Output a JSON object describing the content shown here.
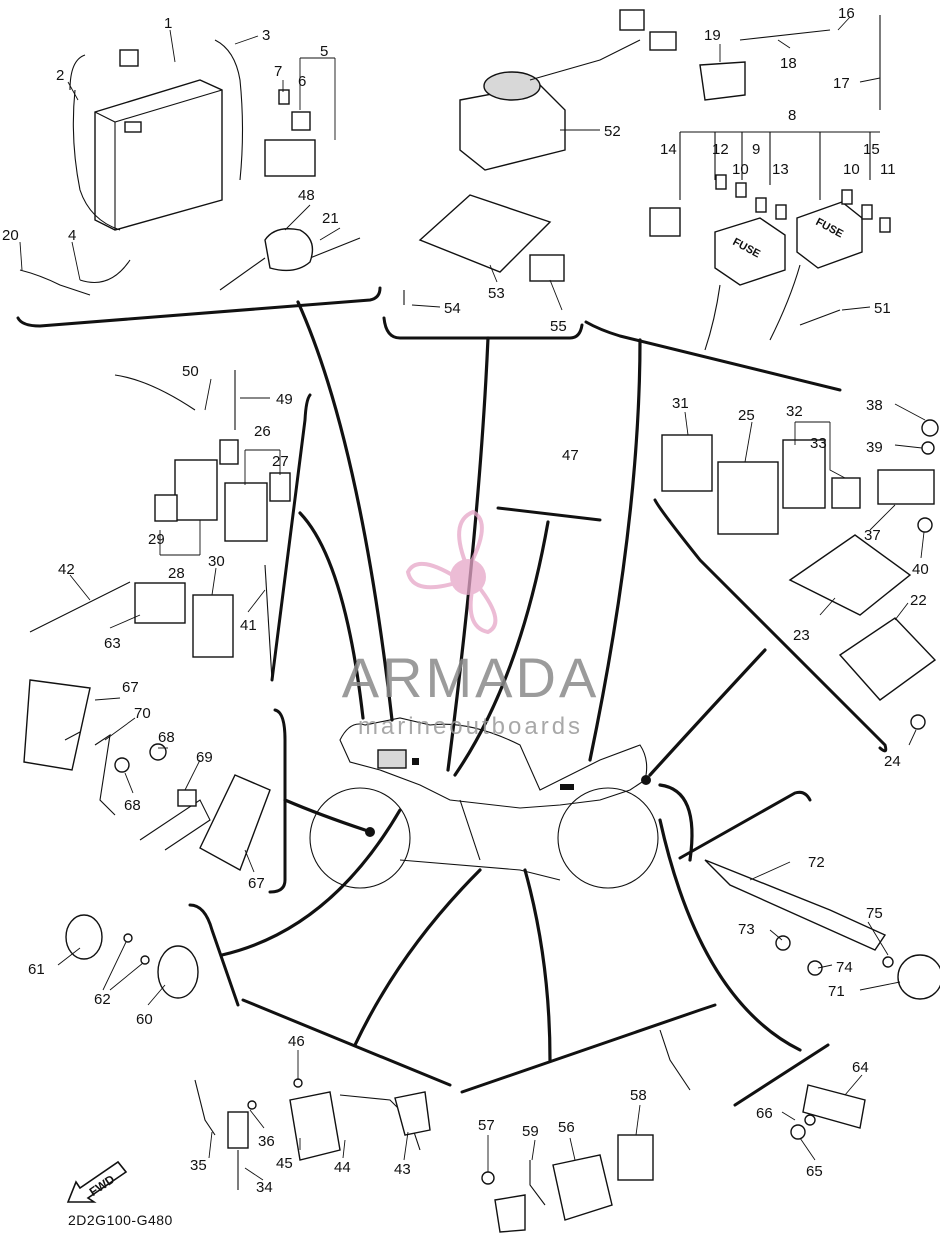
{
  "diagram": {
    "code": "2D2G100-G480",
    "fwd_label": "FWD",
    "fuse_box_label": "FUSE",
    "logo": {
      "brand": "ARMADA",
      "tagline": "marineoutboards",
      "accent_color": "#e6a6c8"
    },
    "callouts": {
      "c1": "1",
      "c2": "2",
      "c3": "3",
      "c4": "4",
      "c5": "5",
      "c6": "6",
      "c7": "7",
      "c8": "8",
      "c9": "9",
      "c10a": "10",
      "c10b": "10",
      "c11": "11",
      "c12": "12",
      "c13": "13",
      "c14": "14",
      "c15": "15",
      "c16": "16",
      "c17": "17",
      "c18": "18",
      "c19": "19",
      "c20": "20",
      "c21": "21",
      "c22": "22",
      "c23": "23",
      "c24": "24",
      "c25": "25",
      "c26": "26",
      "c27": "27",
      "c28": "28",
      "c29": "29",
      "c30": "30",
      "c31": "31",
      "c32": "32",
      "c33": "33",
      "c34": "34",
      "c35": "35",
      "c36": "36",
      "c37": "37",
      "c38": "38",
      "c39": "39",
      "c40": "40",
      "c41": "41",
      "c42": "42",
      "c43": "43",
      "c44": "44",
      "c45": "45",
      "c46": "46",
      "c47": "47",
      "c48": "48",
      "c49": "49",
      "c50": "50",
      "c51": "51",
      "c52": "52",
      "c53": "53",
      "c54": "54",
      "c55": "55",
      "c56": "56",
      "c57": "57",
      "c58": "58",
      "c59": "59",
      "c60": "60",
      "c61": "61",
      "c62": "62",
      "c63": "63",
      "c64": "64",
      "c65": "65",
      "c66": "66",
      "c67a": "67",
      "c67b": "67",
      "c68a": "68",
      "c68b": "68",
      "c69": "69",
      "c70": "70",
      "c71": "71",
      "c72": "72",
      "c73": "73",
      "c74": "74",
      "c75": "75"
    }
  }
}
